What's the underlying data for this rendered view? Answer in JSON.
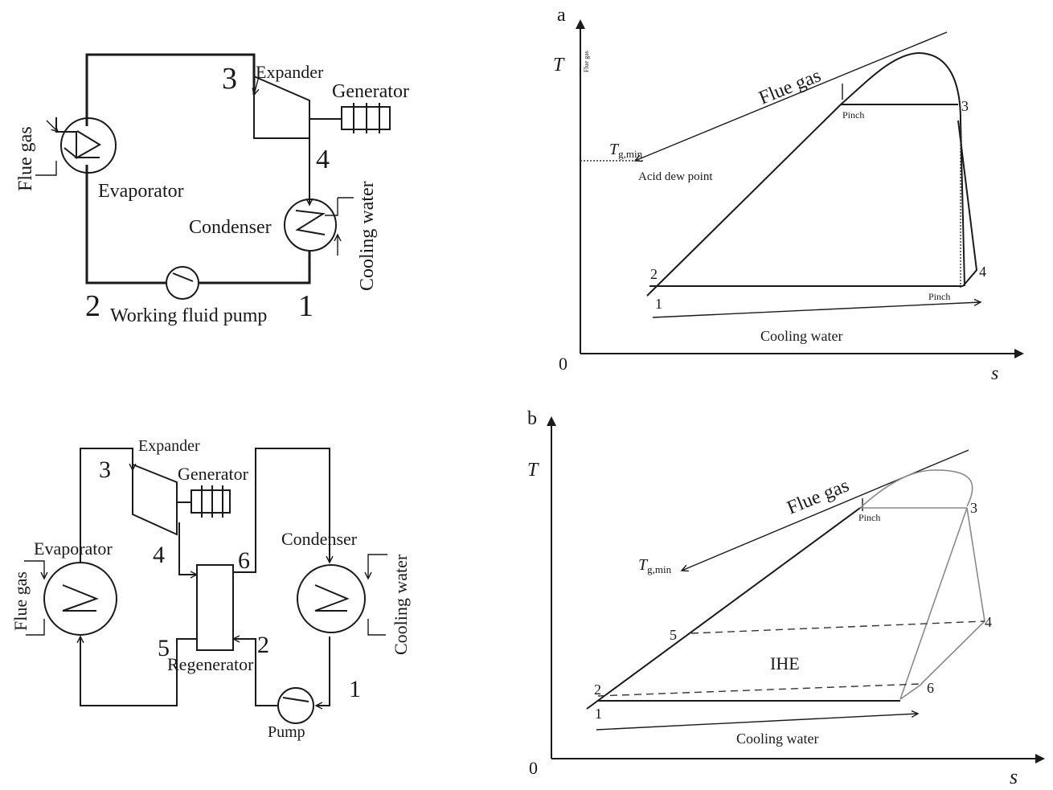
{
  "diagram_a": {
    "flue_gas": "Flue gas",
    "evaporator": "Evaporator",
    "expander": "Expander",
    "generator": "Generator",
    "condenser": "Condenser",
    "cooling_water": "Cooling water",
    "pump": "Working fluid pump",
    "n1": "1",
    "n2": "2",
    "n3": "3",
    "n4": "4"
  },
  "diagram_b": {
    "flue_gas": "Flue gas",
    "evaporator": "Evaporator",
    "expander": "Expander",
    "generator": "Generator",
    "condenser": "Condenser",
    "cooling_water": "Cooling water",
    "regenerator": "Regenerator",
    "pump": "Pump",
    "n1": "1",
    "n2": "2",
    "n3": "3",
    "n4": "4",
    "n5": "5",
    "n6": "6"
  },
  "ts_a": {
    "panel": "a",
    "y_axis": "T",
    "x_axis": "s",
    "origin": "0",
    "y_small": "Flue gas",
    "flue_gas": "Flue gas",
    "pinch_top": "Pinch",
    "pinch_bottom": "Pinch",
    "tg_min": "T",
    "tg_min_sub": "g,min",
    "acid_dew": "Acid dew point",
    "cooling_water": "Cooling water",
    "n1": "1",
    "n2": "2",
    "n3": "3",
    "n4": "4"
  },
  "ts_b": {
    "panel": "b",
    "y_axis": "T",
    "x_axis": "s",
    "origin": "0",
    "flue_gas": "Flue gas",
    "pinch": "Pinch",
    "tg_min": "T",
    "tg_min_sub": "g,min",
    "ihe": "IHE",
    "cooling_water": "Cooling water",
    "n1": "1",
    "n2": "2",
    "n3": "3",
    "n4": "4",
    "n5": "5",
    "n6": "6"
  }
}
